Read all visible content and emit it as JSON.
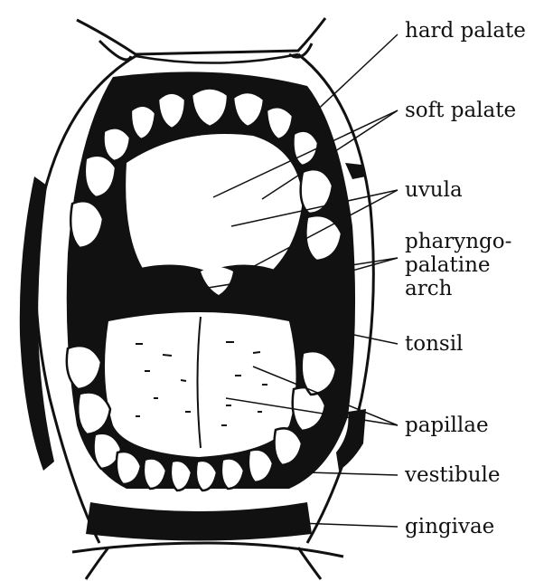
{
  "labels": {
    "hard_palate": "hard palate",
    "soft_palate": "soft palate",
    "uvula": "uvula",
    "pharyngopalatine_line1": "pharyngo-",
    "pharyngopalatine_line2": "palatine",
    "pharyngopalatine_line3": "arch",
    "tonsil": "tonsil",
    "papillae": "papillae",
    "vestibule": "vestibule",
    "gingivae": "gingivae"
  },
  "colors": {
    "ink": "#111111",
    "paper": "#ffffff"
  }
}
